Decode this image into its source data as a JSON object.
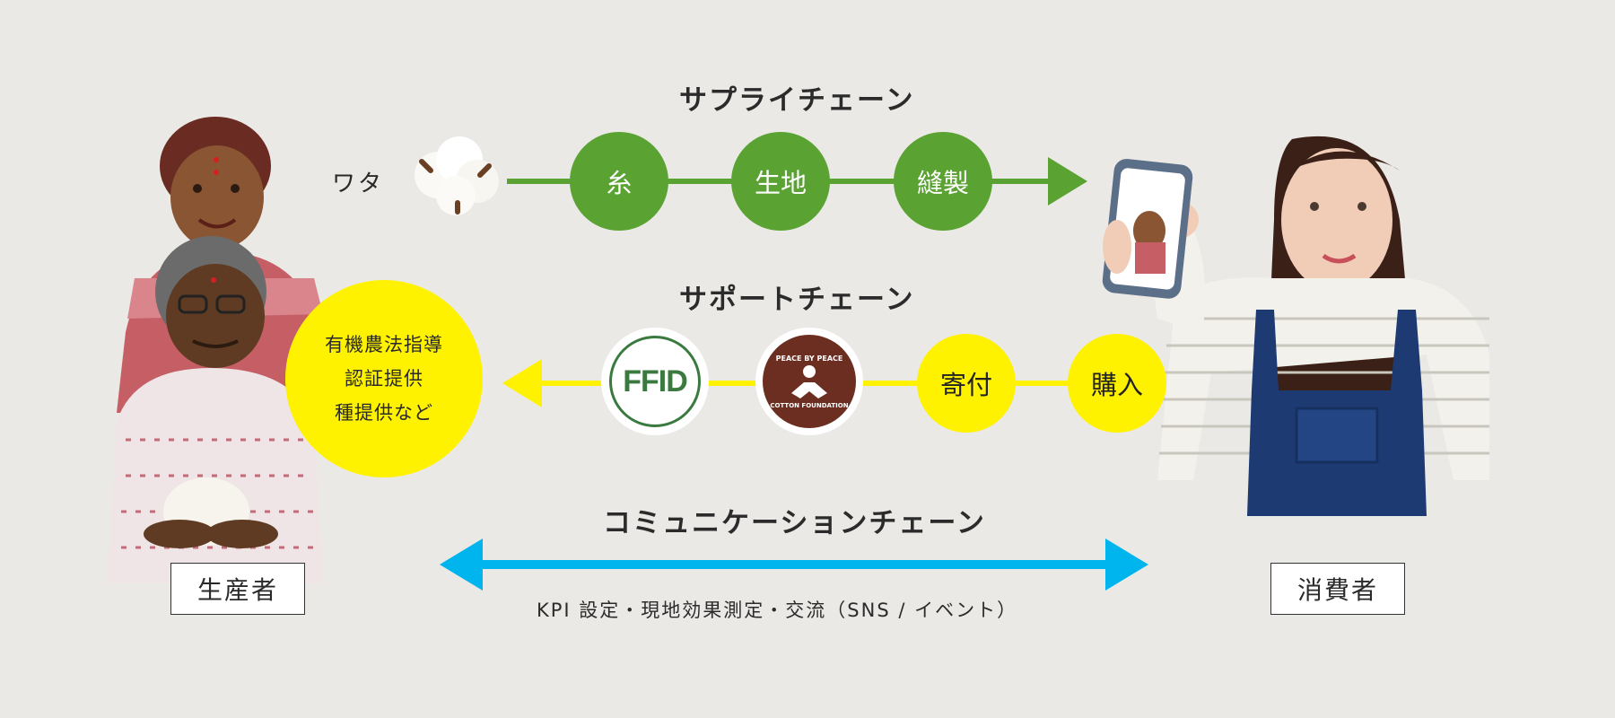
{
  "supply": {
    "heading": "サプライチェーン",
    "cotton_label": "ワタ",
    "steps": [
      "糸",
      "生地",
      "縫製"
    ]
  },
  "support": {
    "heading": "サポートチェーン",
    "farmer_support_lines": [
      "有機農法指導",
      "認証提供",
      "種提供など"
    ],
    "ffid_logo": "FFID",
    "foundation_logo_top": "PEACE BY PEACE",
    "foundation_logo_bottom": "COTTON FOUNDATION",
    "donation": "寄付",
    "purchase": "購入"
  },
  "communication": {
    "heading": "コミュニケーションチェーン",
    "caption": "KPI 設定・現地効果測定・交流（SNS / イベント）"
  },
  "producer_label": "生産者",
  "consumer_label": "消費者",
  "colors": {
    "supply": "#5aa332",
    "support": "#fff200",
    "communication": "#00b4ee",
    "background": "#ebe9e6"
  }
}
